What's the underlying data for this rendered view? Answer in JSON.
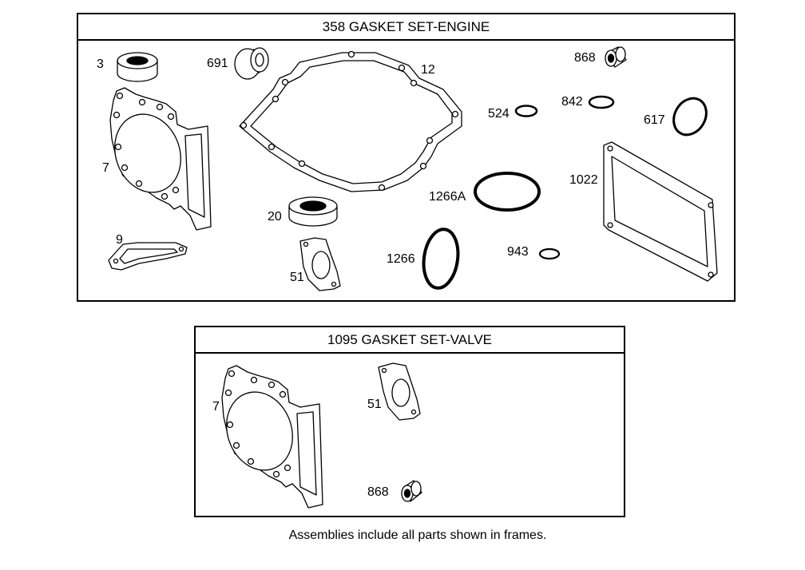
{
  "engine_set": {
    "title": "358 GASKET SET-ENGINE",
    "labels": {
      "p3": "3",
      "p691": "691",
      "p12": "12",
      "p868": "868",
      "p842": "842",
      "p524": "524",
      "p617": "617",
      "p7": "7",
      "p1022": "1022",
      "p1266a": "1266A",
      "p20": "20",
      "p9": "9",
      "p51": "51",
      "p1266": "1266",
      "p943": "943"
    }
  },
  "valve_set": {
    "title": "1095 GASKET SET-VALVE",
    "labels": {
      "p7": "7",
      "p51": "51",
      "p868": "868"
    }
  },
  "footnote": "Assemblies include all parts shown in frames."
}
